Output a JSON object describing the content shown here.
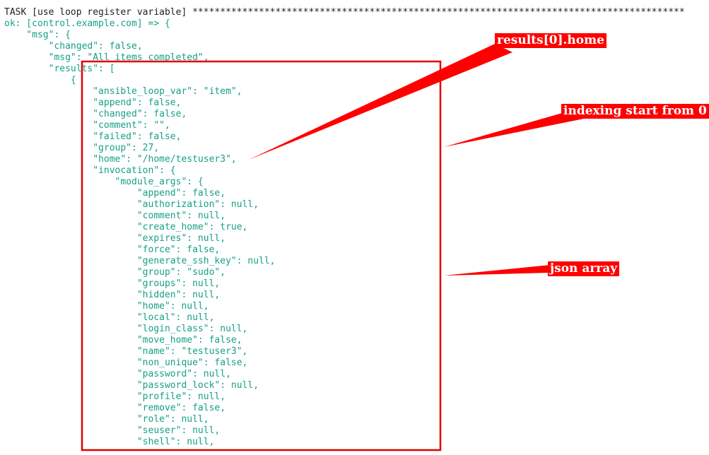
{
  "terminal": {
    "lines": [
      {
        "text": "TASK [use loop register variable] *****************************************************************************************",
        "kind": "task"
      },
      {
        "text": "ok: [control.example.com] => {",
        "kind": "out"
      },
      {
        "text": "    \"msg\": {",
        "kind": "out"
      },
      {
        "text": "        \"changed\": false,",
        "kind": "out"
      },
      {
        "text": "        \"msg\": \"All items completed\",",
        "kind": "out"
      },
      {
        "text": "        \"results\": [",
        "kind": "out"
      },
      {
        "text": "            {",
        "kind": "out"
      },
      {
        "text": "                \"ansible_loop_var\": \"item\",",
        "kind": "out"
      },
      {
        "text": "                \"append\": false,",
        "kind": "out"
      },
      {
        "text": "                \"changed\": false,",
        "kind": "out"
      },
      {
        "text": "                \"comment\": \"\",",
        "kind": "out"
      },
      {
        "text": "                \"failed\": false,",
        "kind": "out"
      },
      {
        "text": "                \"group\": 27,",
        "kind": "out"
      },
      {
        "text": "                \"home\": \"/home/testuser3\",",
        "kind": "out"
      },
      {
        "text": "                \"invocation\": {",
        "kind": "out"
      },
      {
        "text": "                    \"module_args\": {",
        "kind": "out"
      },
      {
        "text": "                        \"append\": false,",
        "kind": "out"
      },
      {
        "text": "                        \"authorization\": null,",
        "kind": "out"
      },
      {
        "text": "                        \"comment\": null,",
        "kind": "out"
      },
      {
        "text": "                        \"create_home\": true,",
        "kind": "out"
      },
      {
        "text": "                        \"expires\": null,",
        "kind": "out"
      },
      {
        "text": "                        \"force\": false,",
        "kind": "out"
      },
      {
        "text": "                        \"generate_ssh_key\": null,",
        "kind": "out"
      },
      {
        "text": "                        \"group\": \"sudo\",",
        "kind": "out"
      },
      {
        "text": "                        \"groups\": null,",
        "kind": "out"
      },
      {
        "text": "                        \"hidden\": null,",
        "kind": "out"
      },
      {
        "text": "                        \"home\": null,",
        "kind": "out"
      },
      {
        "text": "                        \"local\": null,",
        "kind": "out"
      },
      {
        "text": "                        \"login_class\": null,",
        "kind": "out"
      },
      {
        "text": "                        \"move_home\": false,",
        "kind": "out"
      },
      {
        "text": "                        \"name\": \"testuser3\",",
        "kind": "out"
      },
      {
        "text": "                        \"non_unique\": false,",
        "kind": "out"
      },
      {
        "text": "                        \"password\": null,",
        "kind": "out"
      },
      {
        "text": "                        \"password_lock\": null,",
        "kind": "out"
      },
      {
        "text": "                        \"profile\": null,",
        "kind": "out"
      },
      {
        "text": "                        \"remove\": false,",
        "kind": "out"
      },
      {
        "text": "                        \"role\": null,",
        "kind": "out"
      },
      {
        "text": "                        \"seuser\": null,",
        "kind": "out"
      },
      {
        "text": "                        \"shell\": null,",
        "kind": "out"
      }
    ]
  },
  "annotations": {
    "results_home": "results[0].home",
    "indexing": "indexing start from 0",
    "json_array": "json array",
    "color": "#ff0000"
  }
}
